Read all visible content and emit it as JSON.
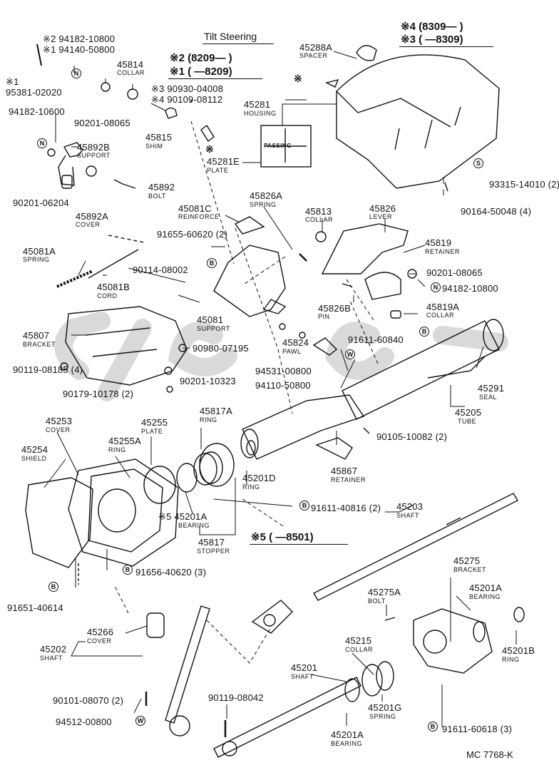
{
  "header": {
    "title": "Tilt Steering",
    "variant_a": "※2 (8209—        )",
    "variant_b": "※1 (        —8209)",
    "variant_c": "※4 (8309—        )",
    "variant_d": "※3 (        —8309)",
    "variant_e": "※5 (        —8501)",
    "note_icon": "※"
  },
  "footer": {
    "code": "MC 7768-K"
  },
  "symbols": {
    "n": "N",
    "b": "B",
    "w": "W",
    "s": "S"
  },
  "parts": {
    "p94182_10800_a": "※2 94182-10800",
    "p94140_50800": "※1 94140-50800",
    "p95381_02020": "※1\n95381-02020",
    "p95381_num": "95381-02020",
    "p95381_mark": "※1",
    "p45814": "45814",
    "p45814_n": "COLLAR",
    "p90201_08065_a": "90201-08065",
    "p94182_10600": "94182-10600",
    "p45892b": "45892B",
    "p45892b_n": "SUPPORT",
    "p90201_06204": "90201-06204",
    "p45892a": "45892A",
    "p45892a_n": "COVER",
    "p45892": "45892",
    "p45892_n": "BOLT",
    "p90930": "※3 90930-04008",
    "p90109": "※4 90109-08112",
    "p45815": "45815",
    "p45815_n": "SHIM",
    "p45288a": "45288A",
    "p45288a_n": "SPACER",
    "p45281": "45281",
    "p45281_n": "HOUSING",
    "p45281e": "45281E",
    "p45281e_n": "PLATE",
    "plate_text": "PASSING",
    "p93315": "93315-14010 (2)",
    "p90164": "90164-50048 (4)",
    "p45081c": "45081C",
    "p45081c_n": "REINFORCE",
    "p45826a": "45826A",
    "p45826a_n": "SPRING",
    "p45813": "45813",
    "p45813_n": "COLLAR",
    "p45826": "45826",
    "p45826_n": "LEVER",
    "p91655": "91655-60620 (2)",
    "p45819": "45819",
    "p45819_n": "RETAINER",
    "p90201_08065_b": "90201-08065",
    "p94182_10800_b": "94182-10800",
    "p45081a": "45081A",
    "p45081a_n": "SPRING",
    "p45081b": "45081B",
    "p45081b_n": "CORD",
    "p90114": "90114-08002",
    "p45826b": "45826B",
    "p45826b_n": "PIN",
    "p45819a": "45819A",
    "p45819a_n": "COLLAR",
    "p45081": "45081",
    "p45081_n": "SUPPORT",
    "p45807": "45807",
    "p45807_n": "BRACKET",
    "p90980": "90980-07195",
    "p45824": "45824",
    "p45824_n": "PAWL",
    "p91611_60840": "91611-60840",
    "p90119_08185": "90119-08185 (4)",
    "p90179": "90179-10178 (2)",
    "p90201_10323": "90201-10323",
    "p94531": "94531-00800",
    "p94110": "94110-50800",
    "p45291": "45291",
    "p45291_n": "SEAL",
    "p45205": "45205",
    "p45205_n": "TUBE",
    "p45253": "45253",
    "p45253_n": "COVER",
    "p45254": "45254",
    "p45254_n": "SHIELD",
    "p45255": "45255",
    "p45255_n": "PLATE",
    "p45255a": "45255A",
    "p45255a_n": "RING",
    "p45817a": "45817A",
    "p45817a_n": "RING",
    "p90105": "90105-10082 (2)",
    "p45201d": "45201D",
    "p45201d_n": "RING",
    "p45867": "45867",
    "p45867_n": "RETAINER",
    "p45201a_a": "※5 45201A",
    "p45201a_a_n": "BEARING",
    "p45817": "45817",
    "p45817_n": "STOPPER",
    "p91611_40816": "91611-40816 (2)",
    "p45203": "45203",
    "p45203_n": "SHAFT",
    "p91656": "91656-40620 (3)",
    "p91651": "91651-40614",
    "p45275": "45275",
    "p45275_n": "BRACKET",
    "p45201a_b": "45201A",
    "p45201a_b_n": "BEARING",
    "p45275a": "45275A",
    "p45275a_n": "BOLT",
    "p45266": "45266",
    "p45266_n": "COVER",
    "p45202": "45202",
    "p45202_n": "SHAFT",
    "p45215": "45215",
    "p45215_n": "COLLAR",
    "p45201b": "45201B",
    "p45201b_n": "RING",
    "p45201": "45201",
    "p45201_n": "SHAFT",
    "p90101": "90101-08070 (2)",
    "p90119_08042": "90119-08042",
    "p45201g": "45201G",
    "p45201g_n": "SPRING",
    "p94512": "94512-00800",
    "p91611_60618": "91611-60618 (3)",
    "p45201a_c": "45201A",
    "p45201a_c_n": "BEARING"
  }
}
